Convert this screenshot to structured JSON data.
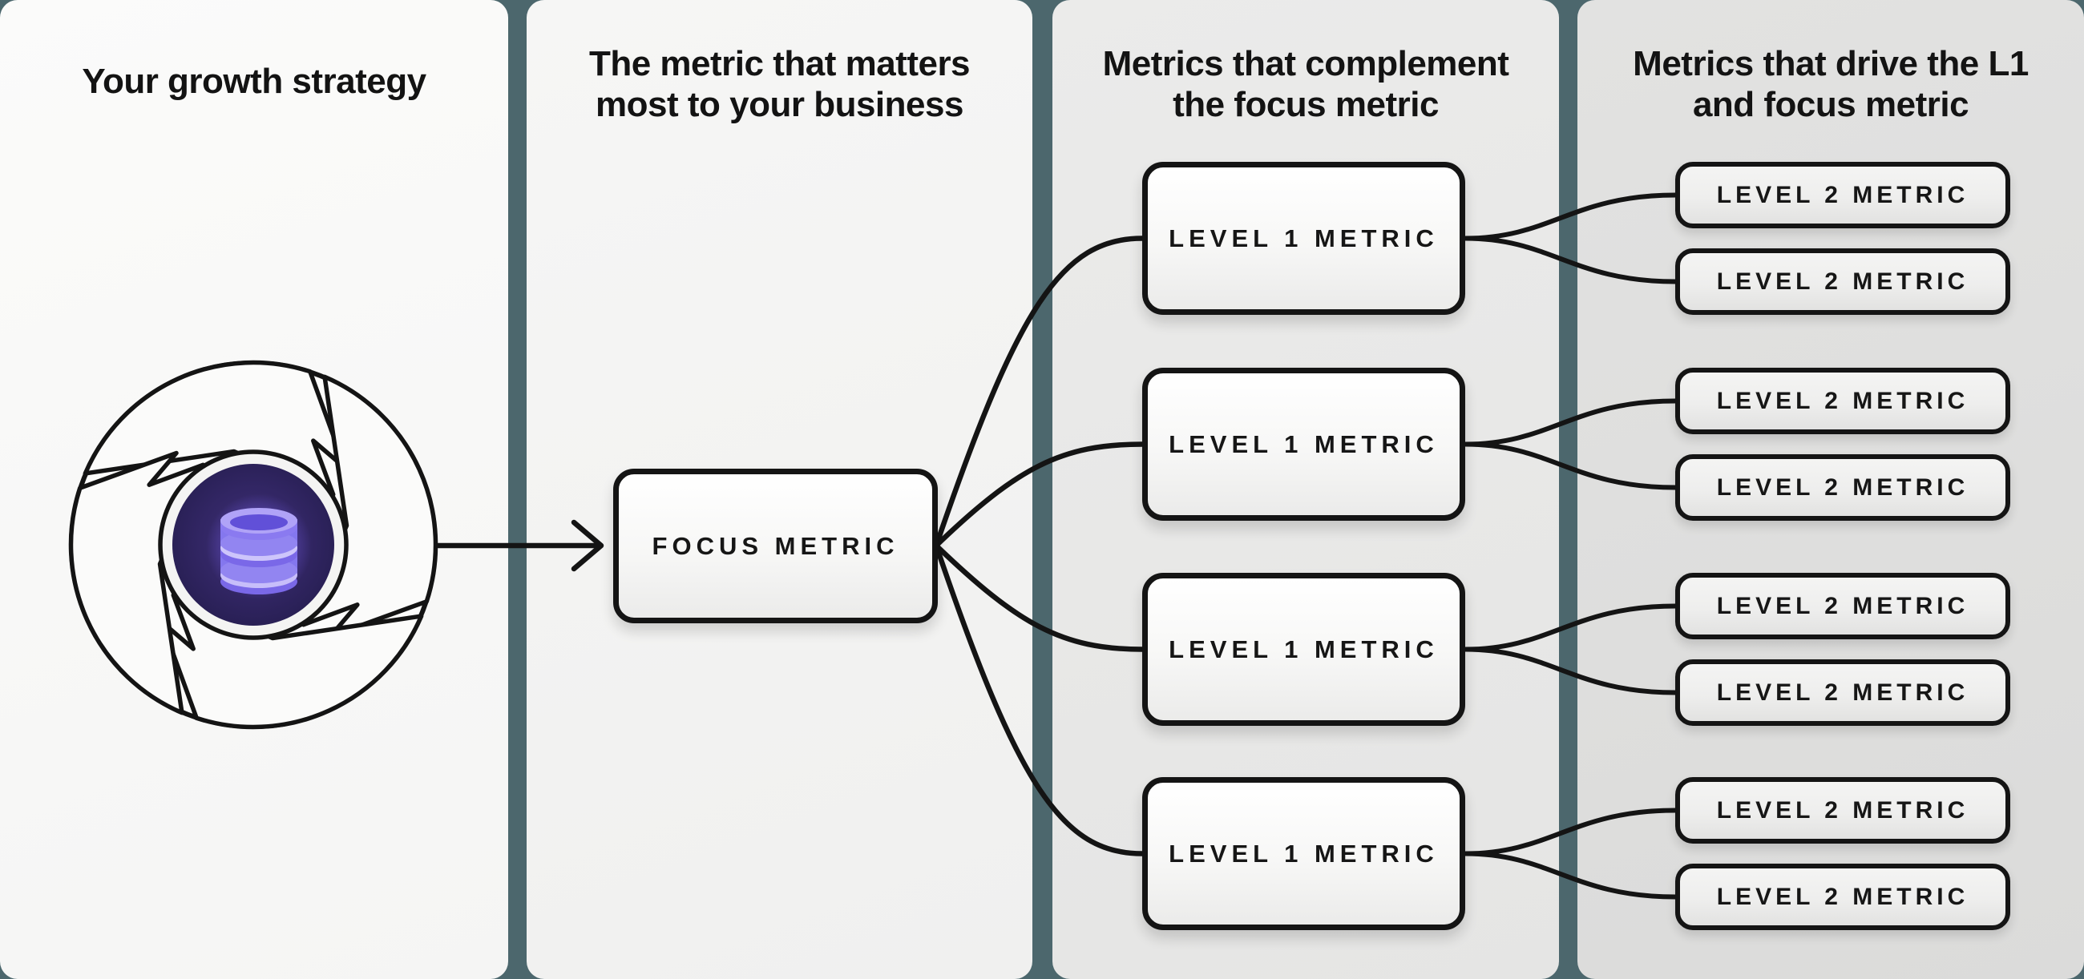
{
  "diagram_title": "Growth strategy metric tree",
  "panels": [
    {
      "id": "strategy",
      "title_lines": [
        "Your growth strategy"
      ]
    },
    {
      "id": "focus",
      "title_lines": [
        "The metric that matters",
        "most to your business"
      ]
    },
    {
      "id": "level1",
      "title_lines": [
        "Metrics that complement",
        "the focus metric"
      ]
    },
    {
      "id": "level2",
      "title_lines": [
        "Metrics that drive the L1",
        "and focus metric"
      ]
    }
  ],
  "nodes": {
    "focus_label": "FOCUS METRIC",
    "level1_label": "LEVEL 1 METRIC",
    "level2_label": "LEVEL 2 METRIC",
    "level1_count": 4,
    "level2_count": 8
  },
  "icon": {
    "name": "growth-loop-database-icon",
    "description": "pinwheel aperture circle with purple database hub"
  },
  "colors": {
    "background_teal": "#4c676d",
    "panel_light": "#f6f6f5",
    "panel_gray": "#e2e2e1",
    "ink": "#141414",
    "hub_purple_dark": "#251d4f",
    "hub_purple_mid": "#3e3076",
    "database_purple": "#8477ee",
    "database_light": "#c7befa"
  }
}
